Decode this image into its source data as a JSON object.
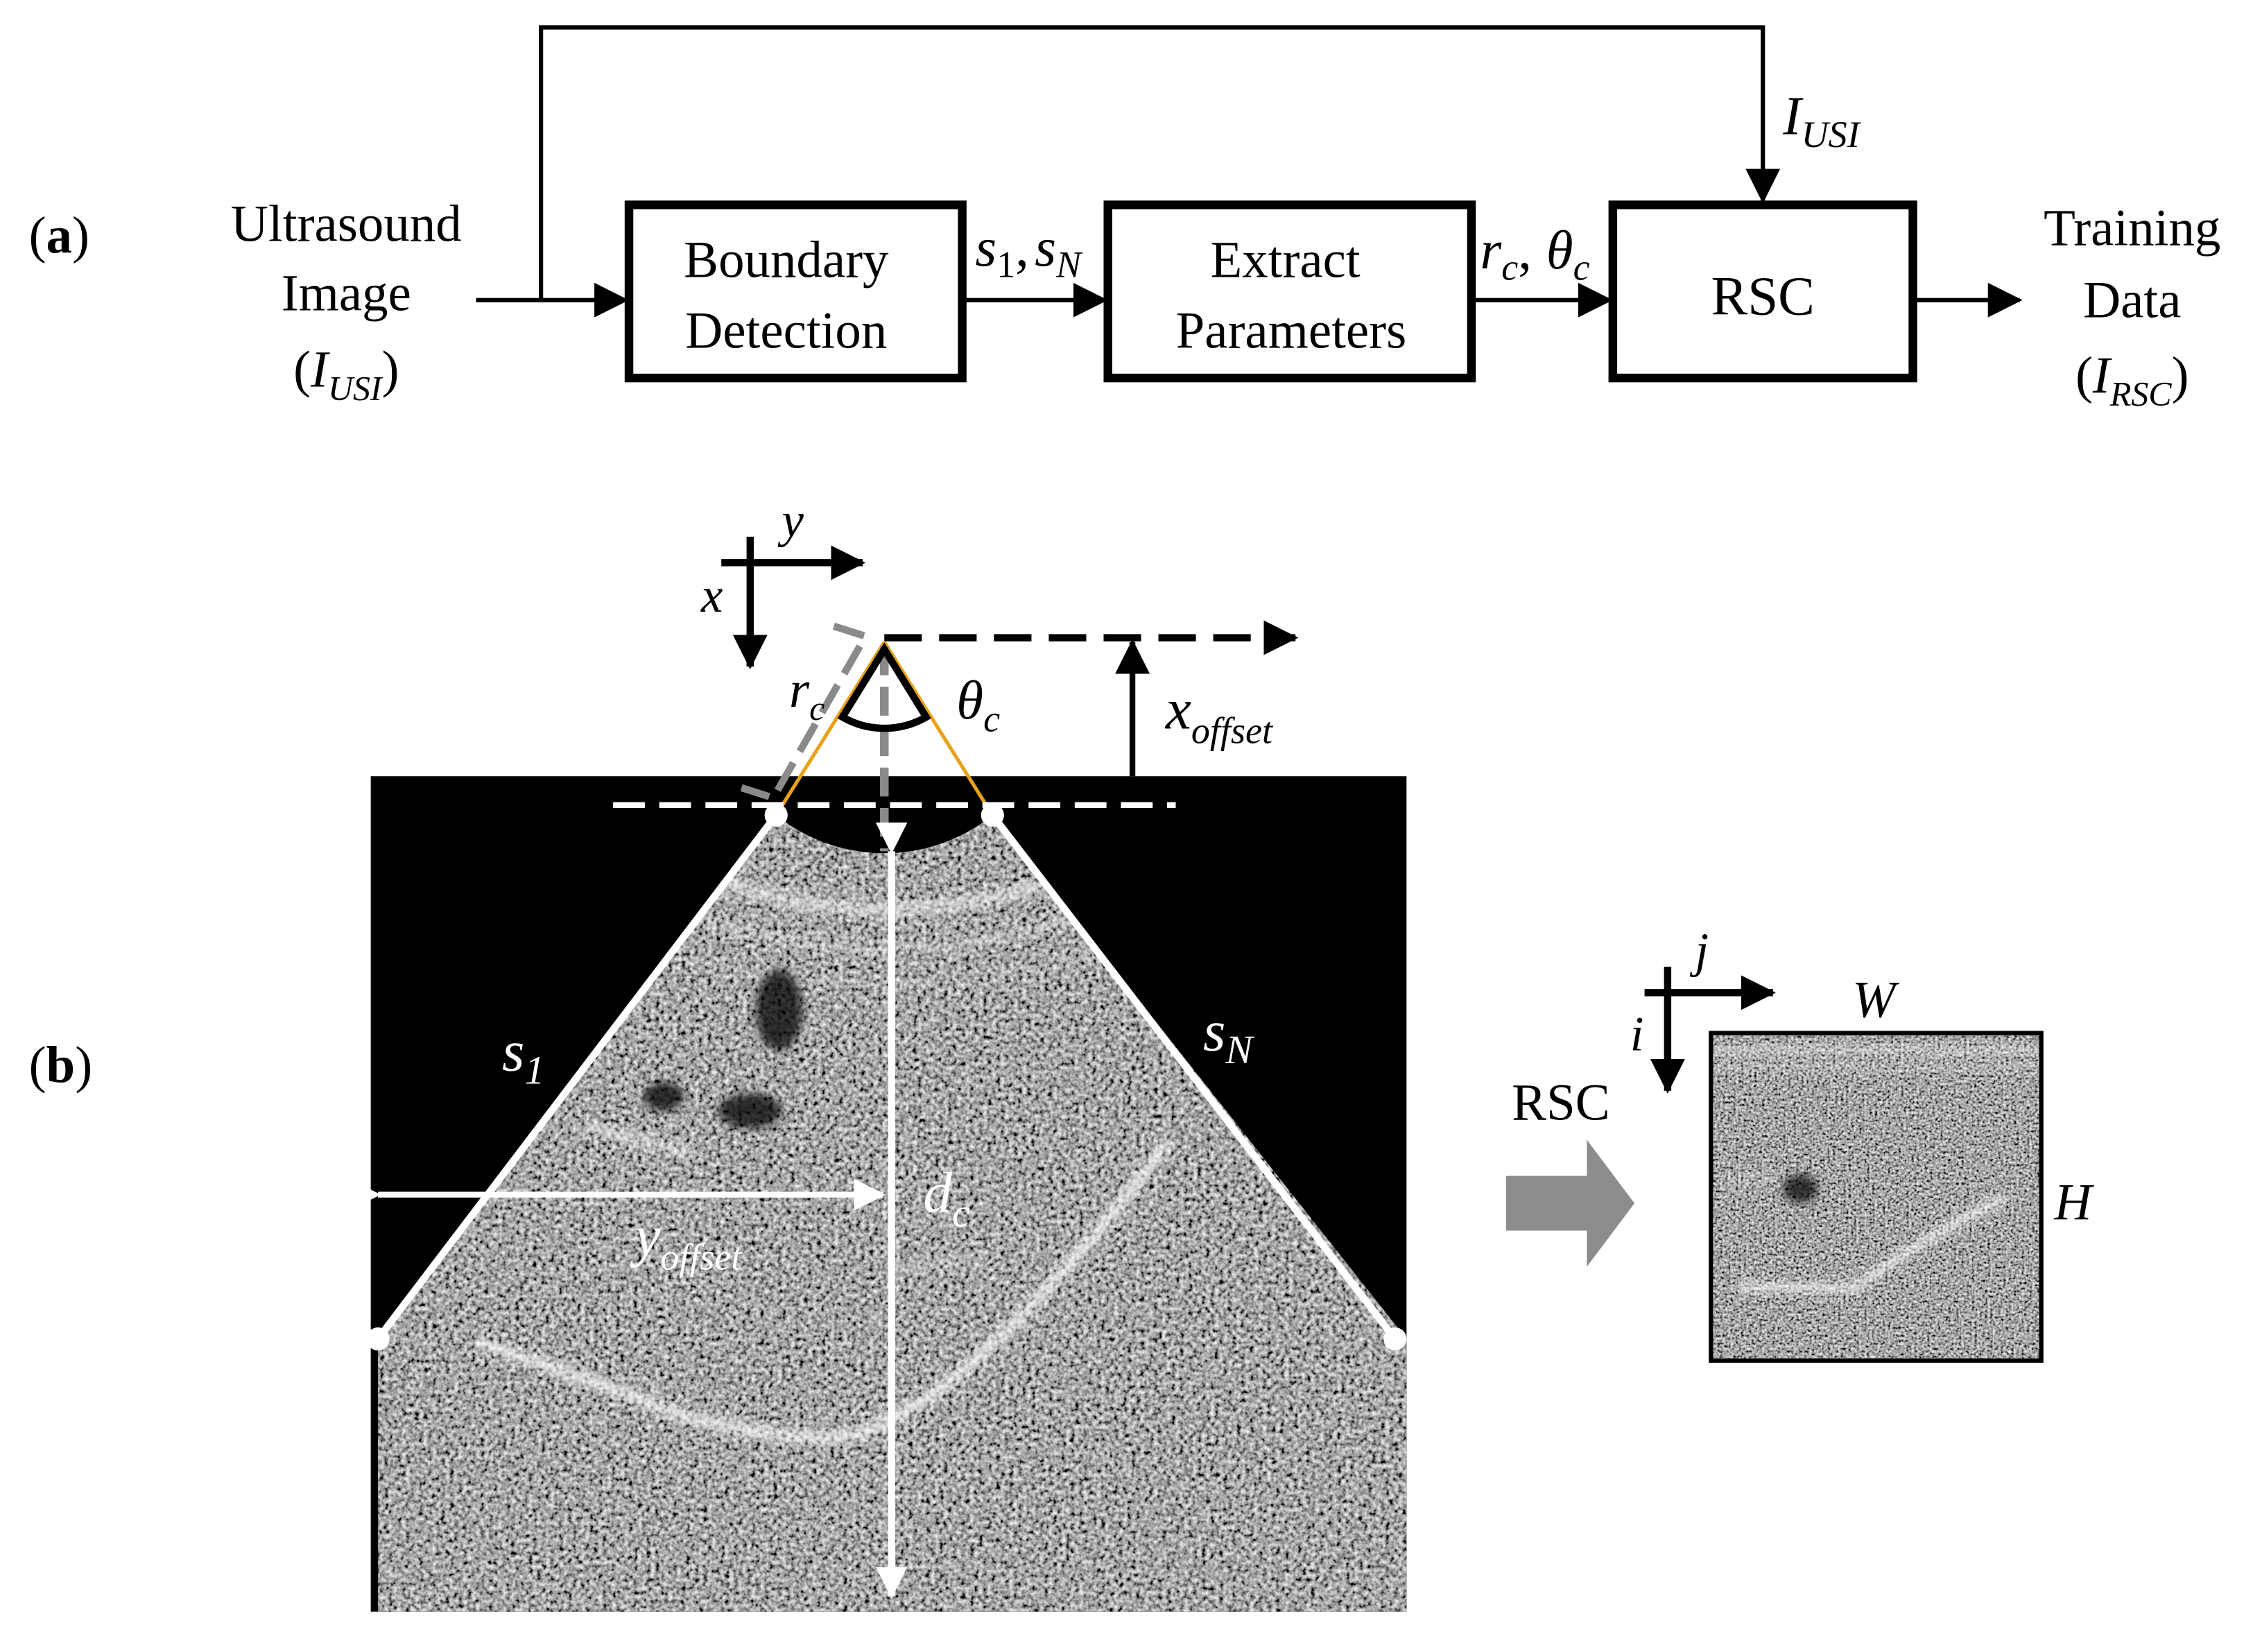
{
  "panel_a": {
    "label_open": "(",
    "label_letter": "a",
    "label_close": ")",
    "input": {
      "line1": "Ultrasound",
      "line2": "Image",
      "sym_open": "(",
      "sym_base": "I",
      "sym_sub": "USI",
      "sym_close": ")"
    },
    "box_boundary": {
      "line1": "Boundary",
      "line2": "Detection"
    },
    "edge_1": {
      "s1_base": "s",
      "s1_sub": "1",
      "sep": ",",
      "sN_base": "s",
      "sN_sub": "N"
    },
    "box_extract": {
      "line1": "Extract",
      "line2": "Parameters"
    },
    "edge_2": {
      "r_base": "r",
      "r_sub": "c",
      "sep": ",",
      "t_base": "θ",
      "t_sub": "c"
    },
    "feedback": {
      "base": "I",
      "sub": "USI"
    },
    "box_rsc": {
      "label": "RSC"
    },
    "output": {
      "line1": "Training",
      "line2": "Data",
      "sym_open": "(",
      "sym_base": "I",
      "sym_sub": "RSC",
      "sym_close": ")"
    }
  },
  "panel_b": {
    "label_open": "(",
    "label_letter": "b",
    "label_close": ")",
    "axes": {
      "x": "x",
      "y": "y"
    },
    "r_c": {
      "base": "r",
      "sub": "c"
    },
    "theta_c": {
      "base": "θ",
      "sub": "c"
    },
    "x_offset": {
      "base": "x",
      "sub": "offset"
    },
    "s_1": {
      "base": "s",
      "sub": "1"
    },
    "s_N": {
      "base": "s",
      "sub": "N"
    },
    "y_offset": {
      "base": "y",
      "sub": "offset"
    },
    "d_c": {
      "base": "d",
      "sub": "c"
    },
    "rsc_arrow_label": "RSC",
    "out_axes": {
      "i": "i",
      "j": "j"
    },
    "W": "W",
    "H": "H"
  },
  "colors": {
    "ink": "#000000",
    "ultrasound_bg": "#000000",
    "annotation": "#ffffff",
    "guide_orange": "#e8a21a",
    "dashed_gray": "#8a8a8a",
    "block_arrow": "#8c8c8c"
  }
}
